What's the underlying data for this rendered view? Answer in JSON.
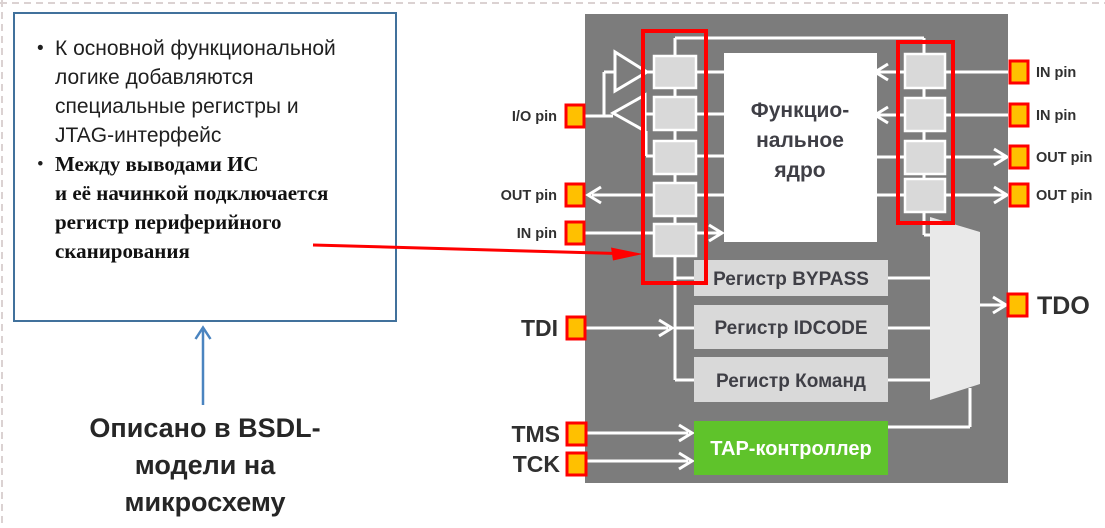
{
  "slide": {
    "colors": {
      "ic_gray": "#7C7C7C",
      "cell_gray": "#D9D9D9",
      "tap_green": "#5FC32B",
      "pin_fill": "#FFC000",
      "pin_border": "#FF0000",
      "highlight_red": "#FF0000",
      "line_white": "#FFFFFF",
      "box_border_blue": "#41719C",
      "arrow_blue": "#4A84C0",
      "mux_fill": "#E9E9E9",
      "text_dark": "#3F3F46"
    },
    "notes_box": {
      "bullet1_lines": [
        "К основной функциональной",
        "логике добавляются",
        "специальные регистры и",
        "JTAG-интерфейс"
      ],
      "bullet2_lines": [
        "Между выводами ИС",
        "и её начинкой подключается",
        "регистр периферийного",
        "сканирования"
      ],
      "bullet_glyph": "•"
    },
    "caption_lines": [
      "Описано в BSDL-",
      "модели на",
      "микросхему"
    ],
    "diagram": {
      "core_lines": [
        "Функцио-",
        "нальное",
        "ядро"
      ],
      "registers": [
        "Регистр BYPASS",
        "Регистр IDCODE",
        "Регистр Команд"
      ],
      "tap_label": "TAP-контроллер",
      "left_pin_labels": [
        "I/O pin",
        "OUT pin",
        "IN pin"
      ],
      "right_pin_labels": [
        "IN pin",
        "IN pin",
        "OUT pin",
        "OUT pin"
      ],
      "tdi_label": "TDI",
      "tms_label": "TMS",
      "tck_label": "TCK",
      "tdo_label": "TDO"
    }
  }
}
